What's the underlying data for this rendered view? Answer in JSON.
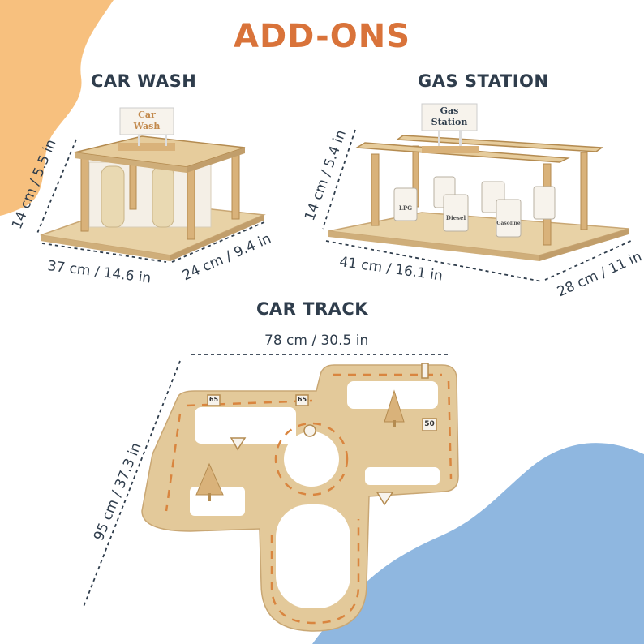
{
  "title": "ADD-ONS",
  "products": {
    "car_wash": {
      "heading": "CAR WASH",
      "sign": [
        "Car",
        "Wash"
      ],
      "dim_height": "14 cm / 5.5 in",
      "dim_width": "37 cm / 14.6 in",
      "dim_depth": "24 cm / 9.4 in"
    },
    "gas_station": {
      "heading": "GAS STATION",
      "sign": [
        "Gas",
        "Station"
      ],
      "pumps": [
        "LPG",
        "Diesel",
        "Gasoline"
      ],
      "dim_height": "14 cm / 5.4 in",
      "dim_width": "41 cm / 16.1 in",
      "dim_depth": "28 cm / 11 in"
    },
    "car_track": {
      "heading": "CAR TRACK",
      "dim_width": "78 cm / 30.5 in",
      "dim_height": "95 cm / 37.3 in",
      "speed_signs": [
        "65",
        "65",
        "50"
      ]
    }
  },
  "colors": {
    "title": "#d9733a",
    "heading": "#2f3d4c",
    "blob_orange": "#f7c07e",
    "blob_blue": "#8fb7e0",
    "wood": "#e3c99a"
  }
}
